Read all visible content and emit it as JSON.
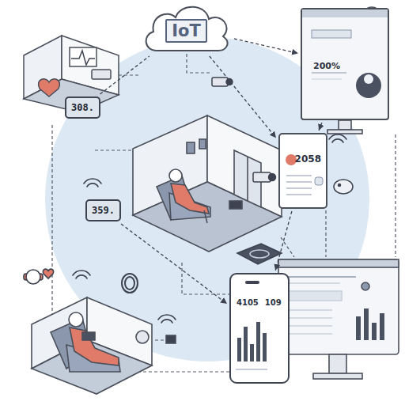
{
  "diagram": {
    "nodes": [
      {
        "text": [
          "IoT"
        ]
      },
      {
        "text": [
          "308."
        ]
      },
      {
        "text": [
          "200%"
        ]
      },
      {
        "text": [
          "359."
        ]
      },
      {
        "text": [
          "2058"
        ]
      },
      {
        "text": [
          "4105",
          "109"
        ]
      }
    ],
    "edges": [
      {
        "from": 1,
        "to": 0,
        "arrow": "none"
      },
      {
        "from": 0,
        "to": 2,
        "arrow": "to"
      },
      {
        "from": 0,
        "to": 4,
        "arrow": "to"
      },
      {
        "from": 2,
        "to": 4,
        "arrow": "to"
      },
      {
        "from": 3,
        "to": 5,
        "arrow": "to"
      },
      {
        "from": 4,
        "to": 5,
        "arrow": "to"
      }
    ]
  }
}
